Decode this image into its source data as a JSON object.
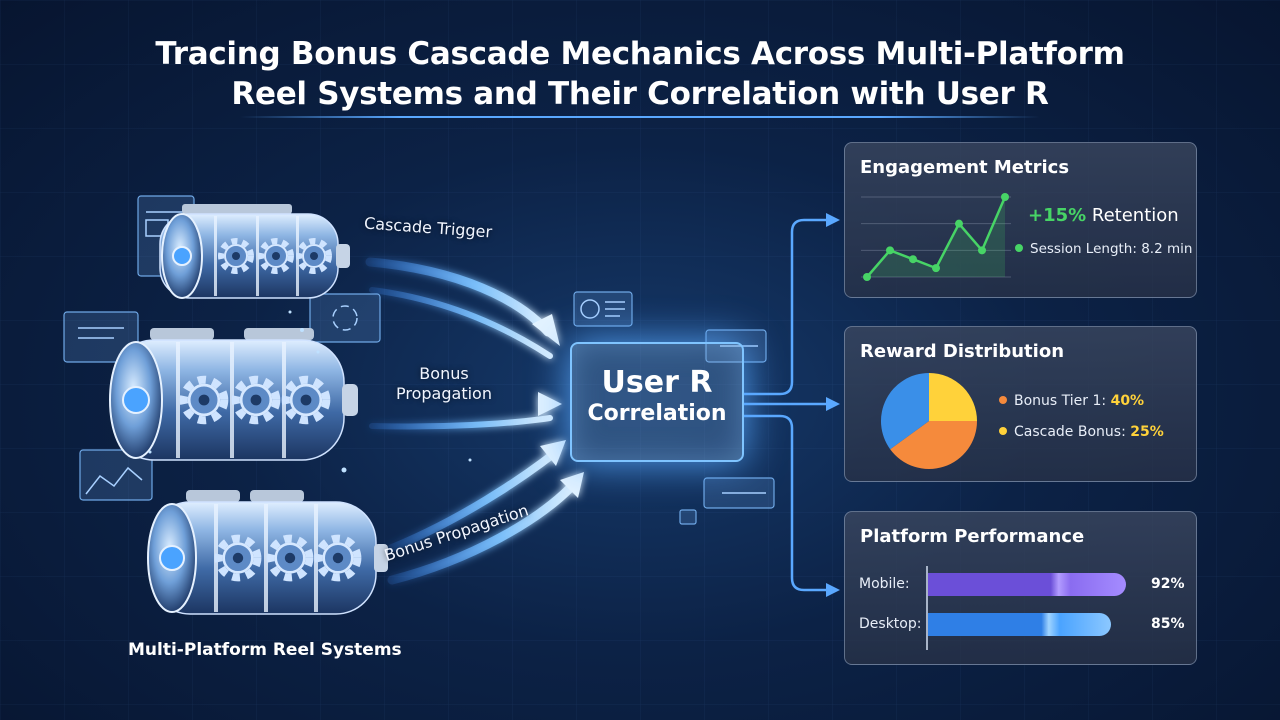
{
  "title": {
    "line1": "Tracing Bonus Cascade Mechanics Across Multi-Platform",
    "line2": "Reel Systems and Their Correlation with User R"
  },
  "flows": {
    "cascade_trigger": "Cascade Trigger",
    "bonus_propagation_1": "Bonus",
    "bonus_propagation_2": "Propagation",
    "bonus_propagation_lower": "Bonus Propagation"
  },
  "center": {
    "line1": "User R",
    "line2": "Correlation"
  },
  "reels_label": "Multi-Platform Reel Systems",
  "colors": {
    "accent_blue": "#5aa8ff",
    "green": "#47d466",
    "orange": "#f58a3c",
    "yellow": "#ffd23a",
    "mobile_purple": "#8a6cf0",
    "desktop_blue": "#3d8ef2"
  },
  "panels": {
    "engagement": {
      "title": "Engagement Metrics",
      "retention_value": "+15%",
      "retention_label": "Retention",
      "session_label": "Session Length: 8.2 min"
    },
    "reward": {
      "title": "Reward Distribution",
      "legend": [
        {
          "label": "Bonus Tier 1:",
          "value": "40%"
        },
        {
          "label": "Cascade Bonus:",
          "value": "25%"
        }
      ]
    },
    "platform": {
      "title": "Platform Performance",
      "bars": [
        {
          "label": "Mobile:",
          "value": 92,
          "display": "92%"
        },
        {
          "label": "Desktop:",
          "value": 85,
          "display": "85%"
        }
      ]
    }
  },
  "chart_data": [
    {
      "type": "line",
      "x": [
        1,
        2,
        3,
        4,
        5,
        6,
        7
      ],
      "series": [
        {
          "values": [
            1,
            4,
            3,
            2,
            7,
            4,
            10
          ]
        }
      ]
    },
    {
      "type": "pie",
      "slices": [
        {
          "label": "Bonus Tier 1",
          "value": 40,
          "color": "#f58a3c"
        },
        {
          "label": "Cascade Bonus",
          "value": 25,
          "color": "#ffd23a"
        },
        {
          "label": "",
          "value": 35,
          "color": "#3a8fe8"
        }
      ]
    }
  ]
}
